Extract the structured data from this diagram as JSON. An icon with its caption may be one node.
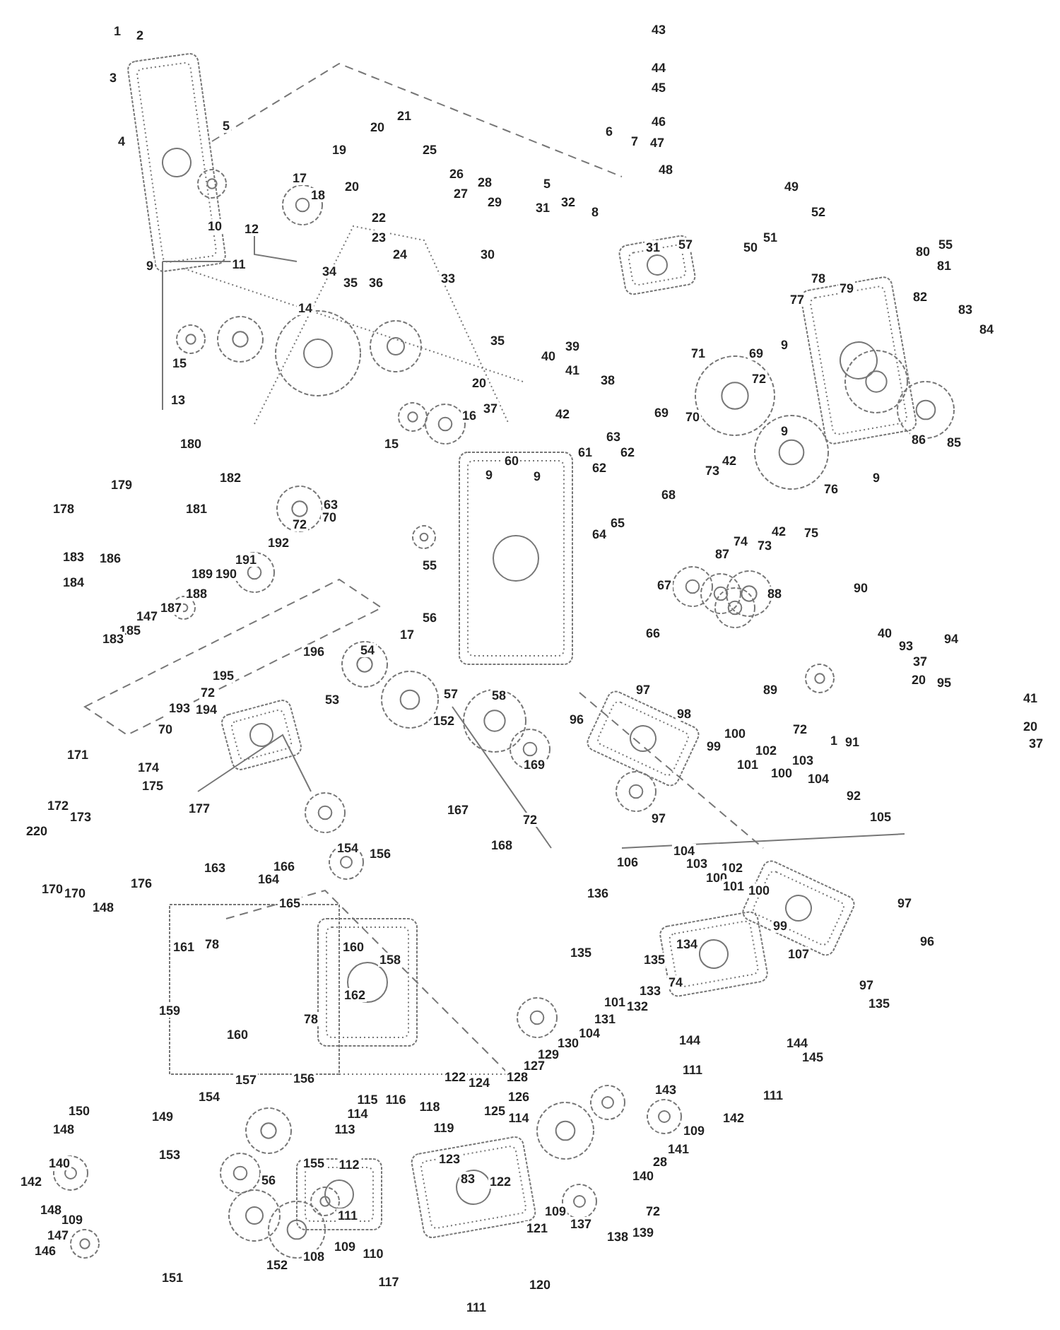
{
  "diagram": {
    "labels": [
      "1",
      "2",
      "43",
      "44",
      "3",
      "45",
      "21",
      "5",
      "20",
      "46",
      "6",
      "7",
      "4",
      "47",
      "19",
      "25",
      "48",
      "17",
      "26",
      "28",
      "5",
      "49",
      "20",
      "27",
      "18",
      "29",
      "31",
      "32",
      "8",
      "52",
      "22",
      "10",
      "12",
      "23",
      "51",
      "55",
      "50",
      "31",
      "57",
      "80",
      "24",
      "30",
      "11",
      "9",
      "81",
      "34",
      "33",
      "35",
      "36",
      "78",
      "79",
      "77",
      "82",
      "14",
      "83",
      "84",
      "35",
      "9",
      "39",
      "71",
      "69",
      "40",
      "15",
      "41",
      "72",
      "38",
      "20",
      "13",
      "37",
      "69",
      "42",
      "16",
      "70",
      "9",
      "86",
      "85",
      "15",
      "180",
      "63",
      "60",
      "61",
      "62",
      "9",
      "9",
      "62",
      "73",
      "42",
      "182",
      "179",
      "76",
      "9",
      "68",
      "63",
      "178",
      "181",
      "70",
      "72",
      "65",
      "64",
      "75",
      "42",
      "74",
      "73",
      "192",
      "87",
      "183",
      "186",
      "191",
      "55",
      "190",
      "189",
      "184",
      "67",
      "90",
      "188",
      "88",
      "187",
      "147",
      "56",
      "185",
      "66",
      "40",
      "17",
      "183",
      "94",
      "93",
      "54",
      "196",
      "37",
      "195",
      "20",
      "95",
      "97",
      "89",
      "72",
      "57",
      "58",
      "41",
      "53",
      "193",
      "194",
      "98",
      "96",
      "152",
      "20",
      "70",
      "72",
      "100",
      "1",
      "91",
      "37",
      "99",
      "102",
      "171",
      "103",
      "101",
      "169",
      "174",
      "100",
      "104",
      "175",
      "92",
      "172",
      "177",
      "167",
      "173",
      "105",
      "97",
      "72",
      "220",
      "168",
      "154",
      "156",
      "104",
      "106",
      "103",
      "166",
      "163",
      "102",
      "100",
      "164",
      "176",
      "101",
      "170",
      "170",
      "100",
      "136",
      "97",
      "165",
      "148",
      "99",
      "96",
      "161",
      "78",
      "160",
      "134",
      "135",
      "107",
      "135",
      "158",
      "74",
      "97",
      "133",
      "162",
      "101",
      "135",
      "132",
      "159",
      "78",
      "131",
      "104",
      "160",
      "144",
      "130",
      "144",
      "129",
      "145",
      "111",
      "127",
      "122",
      "128",
      "156",
      "157",
      "124",
      "143",
      "111",
      "126",
      "154",
      "115",
      "116",
      "118",
      "150",
      "125",
      "114",
      "149",
      "114",
      "142",
      "119",
      "148",
      "113",
      "109",
      "141",
      "153",
      "123",
      "28",
      "155",
      "140",
      "112",
      "140",
      "83",
      "56",
      "142",
      "122",
      "148",
      "109",
      "72",
      "111",
      "109",
      "137",
      "121",
      "139",
      "147",
      "138",
      "108",
      "109",
      "146",
      "110",
      "152",
      "151",
      "117",
      "120",
      "111"
    ]
  }
}
